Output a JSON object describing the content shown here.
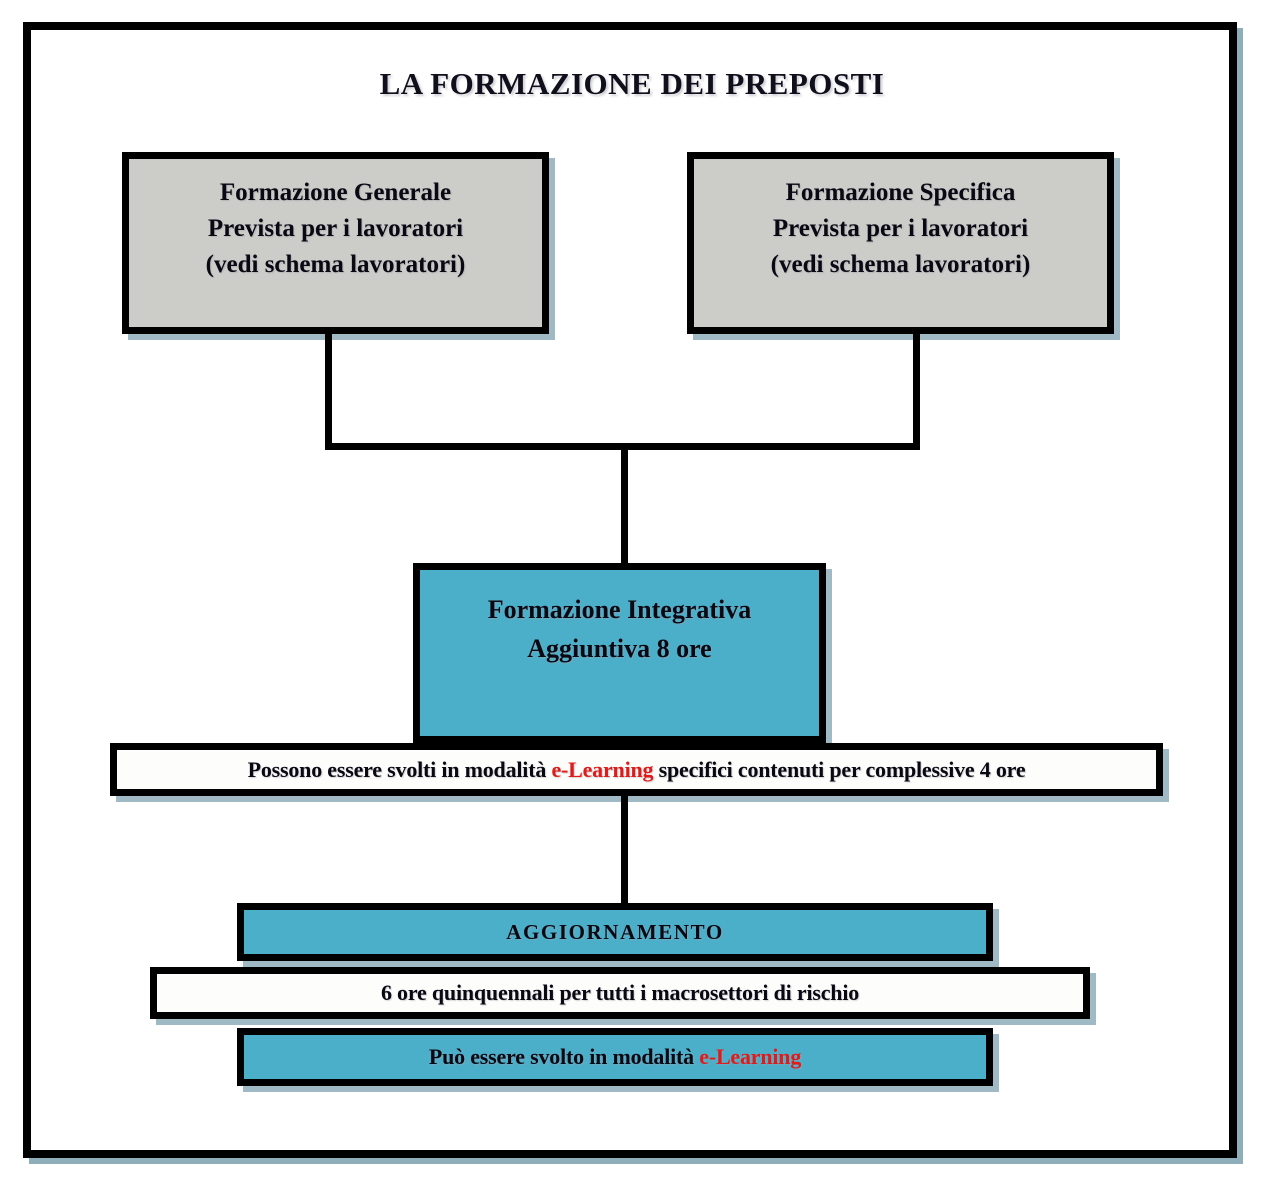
{
  "title": "LA FORMAZIONE DEI PREPOSTI",
  "colors": {
    "blue": "#4cafca",
    "gray": "#ccccc9",
    "white": "#fdfdfb",
    "border": "#000000",
    "shadow": "#9fbac4",
    "accent_red": "#df1b1b",
    "text": "#090813"
  },
  "boxes": {
    "formazione_generale": {
      "line1": "Formazione Generale",
      "line2": "Prevista per i lavoratori",
      "line3": "(vedi schema lavoratori)"
    },
    "formazione_specifica": {
      "line1": "Formazione Specifica",
      "line2": "Prevista per i lavoratori",
      "line3": "(vedi schema lavoratori)"
    },
    "formazione_integrativa": {
      "line1": "Formazione Integrativa",
      "line2": "Aggiuntiva 8 ore"
    },
    "elearning_bar": {
      "prefix": "Possono essere svolti in modalità ",
      "highlight": "e-Learning",
      "suffix": " specifici contenuti per complessive 4 ore"
    },
    "aggiornamento": {
      "label": "AGGIORNAMENTO"
    },
    "quinquennali": {
      "label": "6 ore quinquennali per tutti i macrosettori di rischio"
    },
    "elearning_bottom": {
      "prefix": "Può essere svolto in modalità ",
      "highlight": "e-Learning",
      "suffix": ""
    }
  }
}
